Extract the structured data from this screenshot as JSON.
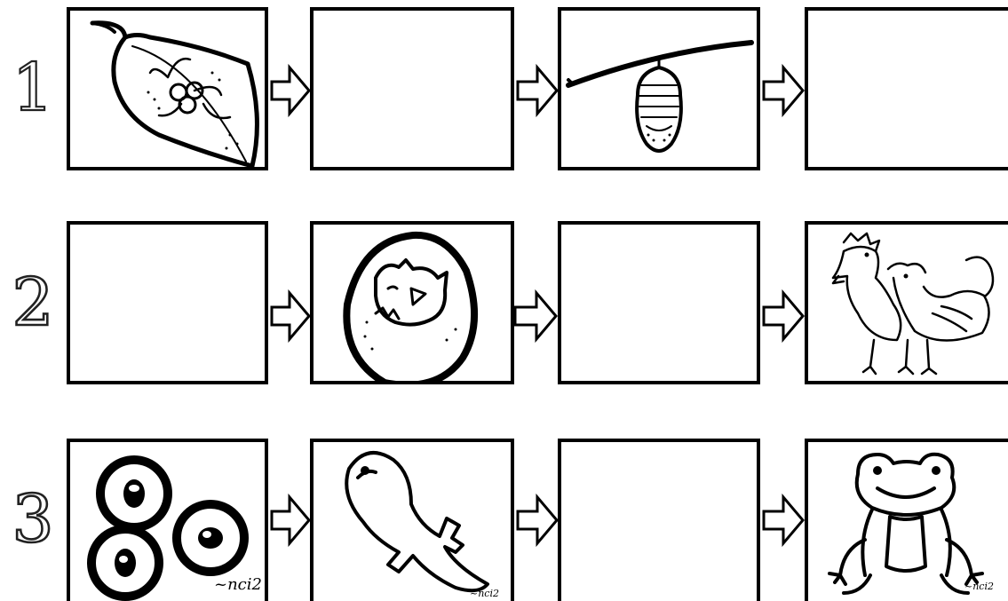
{
  "worksheet": {
    "rows": [
      {
        "number": "1",
        "cards": [
          {
            "content": "leaf with eggs",
            "icon": "leaf-eggs-icon",
            "blank": false
          },
          {
            "content": "",
            "icon": "",
            "blank": true
          },
          {
            "content": "chrysalis",
            "icon": "chrysalis-icon",
            "blank": false
          },
          {
            "content": "",
            "icon": "",
            "blank": true
          }
        ]
      },
      {
        "number": "2",
        "cards": [
          {
            "content": "",
            "icon": "",
            "blank": true
          },
          {
            "content": "chick hatching from egg",
            "icon": "hatching-chick-icon",
            "blank": false
          },
          {
            "content": "",
            "icon": "",
            "blank": true
          },
          {
            "content": "hen and rooster",
            "icon": "chickens-icon",
            "blank": false
          }
        ]
      },
      {
        "number": "3",
        "cards": [
          {
            "content": "frog eggs",
            "icon": "frog-eggs-icon",
            "blank": false
          },
          {
            "content": "tadpole with legs",
            "icon": "tadpole-icon",
            "blank": false
          },
          {
            "content": "",
            "icon": "",
            "blank": true
          },
          {
            "content": "frog",
            "icon": "frog-icon",
            "blank": false
          }
        ]
      }
    ],
    "signatures": {
      "frog_eggs": "~nci2",
      "tadpole": "~nci2",
      "frog": "~nci2"
    }
  }
}
